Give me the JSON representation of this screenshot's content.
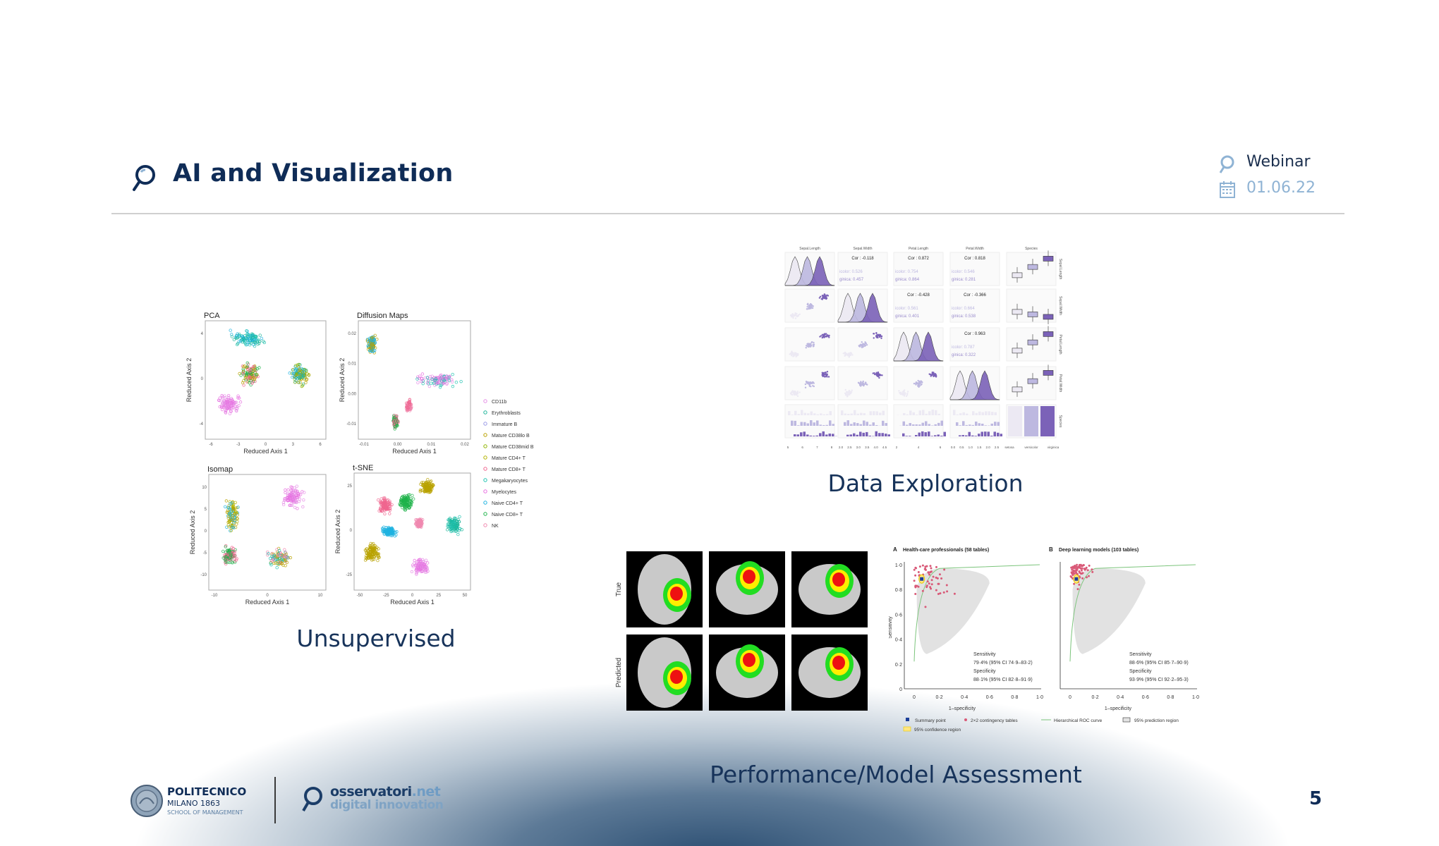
{
  "header": {
    "title": "AI and Visualization",
    "event_label": "Webinar",
    "date": "01.06.22",
    "icons": [
      "magnifier-logo-icon",
      "calendar-icon"
    ]
  },
  "colors": {
    "navy": "#0f2c57",
    "date_blue": "#8fb3d4",
    "footer_gradient": "#2b4e72"
  },
  "unsupervised": {
    "caption": "Unsupervised",
    "panels": [
      {
        "title": "PCA",
        "xlabel": "Reduced Axis 1",
        "ylabel": "Reduced Axis 2",
        "xticks": [
          "-6",
          "-3",
          "0",
          "3",
          "6"
        ],
        "yticks": [
          "4",
          "0",
          "-4"
        ]
      },
      {
        "title": "Diffusion Maps",
        "xlabel": "Reduced Axis 1",
        "ylabel": "Reduced Axis 2",
        "xticks": [
          "-0.01",
          "0.00",
          "0.01",
          "0.02"
        ],
        "yticks": [
          "0.02",
          "0.01",
          "0.00",
          "-0.01"
        ]
      },
      {
        "title": "Isomap",
        "xlabel": "Reduced Axis 1",
        "ylabel": "Reduced Axis 2",
        "xticks": [
          "-10",
          "0",
          "10"
        ],
        "yticks": [
          "10",
          "5",
          "0",
          "-5",
          "-10"
        ]
      },
      {
        "title": "t-SNE",
        "xlabel": "Reduced Axis 1",
        "ylabel": "Reduced Axis 2",
        "xticks": [
          "-50",
          "-25",
          "0",
          "25",
          "50"
        ],
        "yticks": [
          "25",
          "0",
          "-25"
        ]
      }
    ],
    "legend": [
      {
        "label": "CD11b",
        "color": "#e58ee6"
      },
      {
        "label": "Erythroblasts",
        "color": "#1fb59a"
      },
      {
        "label": "Immature B",
        "color": "#9a9ae6"
      },
      {
        "label": "Mature CD38lo B",
        "color": "#b9a200"
      },
      {
        "label": "Mature CD38mid B",
        "color": "#8fb400"
      },
      {
        "label": "Mature CD4+ T",
        "color": "#b3b300"
      },
      {
        "label": "Mature CD8+ T",
        "color": "#f0668f"
      },
      {
        "label": "Megakaryocytes",
        "color": "#1fc2b0"
      },
      {
        "label": "Myelocytes",
        "color": "#e86ee0"
      },
      {
        "label": "Naive CD4+ T",
        "color": "#1fb3e0"
      },
      {
        "label": "Naive CD8+ T",
        "color": "#1fb34a"
      },
      {
        "label": "NK",
        "color": "#f08ab0"
      }
    ]
  },
  "exploration": {
    "caption": "Data Exploration",
    "variables": [
      "Sepal.Length",
      "Sepal.Width",
      "Petal.Length",
      "Petal.Width",
      "Species"
    ],
    "correlations": [
      {
        "row": 0,
        "col": 1,
        "cor": "Cor : -0.118",
        "a": "icolor: 0.526",
        "b": "ginica: 0.457"
      },
      {
        "row": 0,
        "col": 2,
        "cor": "Cor : 0.872",
        "a": "icolor: 0.754",
        "b": "ginica: 0.864"
      },
      {
        "row": 0,
        "col": 3,
        "cor": "Cor : 0.818",
        "a": "icolor: 0.546",
        "b": "ginica: 0.281"
      },
      {
        "row": 1,
        "col": 2,
        "cor": "Cor : -0.428",
        "a": "icolor: 0.561",
        "b": "ginica: 0.401"
      },
      {
        "row": 1,
        "col": 3,
        "cor": "Cor : -0.366",
        "a": "icolor: 0.664",
        "b": "ginica: 0.538"
      },
      {
        "row": 2,
        "col": 3,
        "cor": "Cor : 0.963",
        "a": "icolor: 0.787",
        "b": "ginica: 0.322"
      }
    ],
    "bottom_ticks": [
      [
        "5",
        "6",
        "7",
        "8"
      ],
      [
        "2.0",
        "2.5",
        "3.0",
        "3.5",
        "4.0",
        "4.5"
      ],
      [
        "2",
        "4",
        "6"
      ],
      [
        "0.0",
        "0.5",
        "1.0",
        "1.5",
        "2.0",
        "2.5"
      ],
      [
        "setosa",
        "versicolor",
        "virginica"
      ]
    ],
    "species_colors": [
      "#ece9f3",
      "#bdb8e0",
      "#7b62b8"
    ]
  },
  "performance": {
    "caption": "Performance/Model Assessment",
    "row_labels": [
      "True",
      "Predicted"
    ],
    "roc": [
      {
        "letter": "A",
        "title": "Health-care professionals (58 tables)",
        "sens_label": "Sensitivity",
        "sens": "79·4% (95% CI 74·9–83·2)",
        "spec_label": "Specificity",
        "spec": "88·1% (95% CI 82·8–91·9)"
      },
      {
        "letter": "B",
        "title": "Deep learning models (103 tables)",
        "sens_label": "Sensitivity",
        "sens": "88·6% (95% CI 85·7–90·9)",
        "spec_label": "Specificity",
        "spec": "93·9% (95% CI 92·2–95·3)"
      }
    ],
    "ylabel": "Sensitivity",
    "xlabel": "1–specificity",
    "ticks": [
      "0",
      "0·2",
      "0·4",
      "0·6",
      "0·8",
      "1·0"
    ],
    "legend": [
      "Summary point",
      "2×2 contingency tables",
      "Hierarchical ROC curve",
      "95% prediction region",
      "95% confidence region"
    ]
  },
  "footer": {
    "polimi_line1": "POLITECNICO",
    "polimi_line2": "MILANO 1863",
    "polimi_line3": "SCHOOL OF MANAGEMENT",
    "osservatori_a": "osservatori",
    "osservatori_b": ".net",
    "osservatori_c": "digital innovation",
    "page_number": "5"
  }
}
